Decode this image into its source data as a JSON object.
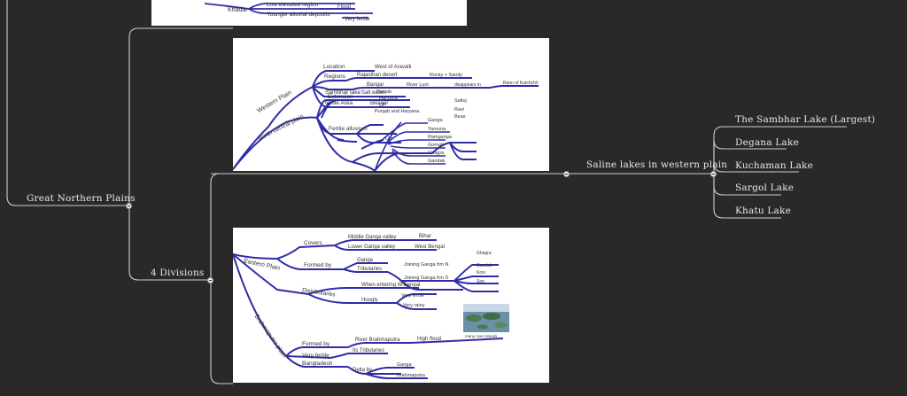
{
  "nodes": {
    "root": "Great Northern Plains",
    "divisions": "4 Divisions",
    "saline": "Saline lakes in western plain",
    "lakes": [
      "The Sambhar Lake (Largest)",
      "Degana Lake",
      "Kuchaman Lake",
      "Sargol Lake",
      "Khatu Lake"
    ]
  },
  "images": {
    "top": {
      "items": [
        "Khadar",
        "Low elevated region",
        "Flood",
        "Younger alluvial deposits",
        "Very fertile"
      ]
    },
    "middle": {
      "western_plain": "Western Plain",
      "location": "Location",
      "west_of_aravalli": "West of Aravalli",
      "regions": "Regions",
      "rajasthan_desert": "Rajasthan desert",
      "rocky_sandy": "Rocky + Sandy",
      "bangar": "Bangar",
      "river_luni": "River Luni",
      "disappears_in": "disappears in",
      "rann_of_kutch": "Rann of Kutchchh",
      "sambhar_lake": "Sambhar lake",
      "salt_water": "Salt water",
      "fertile_area": "fertile Area",
      "bikaner": "Bikaner",
      "north_central_plain": "North central plain",
      "extension": "Extension",
      "punjab": "Punjab",
      "haryana": "Haryana",
      "up": "UP",
      "fertile_alluvium": "Fertile alluvium",
      "punjab_and_haryana": "Punjab and Haryana",
      "satluj": "Satluj",
      "ravi": "Ravi",
      "beas": "Beas",
      "up2": "UP",
      "rivers_up": [
        "Ganga",
        "Yamuna",
        "Ramganga",
        "Gomati",
        "Ghagra",
        "Gandak"
      ]
    },
    "bottom": {
      "eastern_plain": "Eastern Plain",
      "covers": "Covers",
      "middle_ganga_valley": "Middle Ganga valley",
      "bihar": "Bihar",
      "lower_ganga_valley": "Lower Ganga valley",
      "west_bengal": "West Bengal",
      "formed_by": "Formed by",
      "ganga": "Ganga",
      "tributaries": "Tributaries",
      "joining_n": "Joining Ganga frm N",
      "rivers_n": [
        "Ghagra",
        "Gandak",
        "Kosi",
        "Son"
      ],
      "joining_s": "Joining Ganga frm S",
      "distributaries": "Distributaries",
      "when_entering": "When entering W.Bengal",
      "hoogly": "Hoogly",
      "very_fertile": "Very fertile",
      "very_rainy": "Very rainy",
      "brahmaputra_plain": "Brahmaputra plain",
      "formed_by2": "Formed by",
      "river_brahmaputra": "River Brahmaputra",
      "high_flood": "High flood",
      "many_islands": "many river islands",
      "very_fertile2": "Very fertile",
      "its_tributaries": "Its Tributaries",
      "bangladesh": "Bangladesh",
      "delta_by": "Delta by",
      "ganga2": "Ganga",
      "brahmaputra": "Brahmaputra"
    }
  },
  "colors": {
    "background": "#2a2828",
    "connector": "#cfcdcd",
    "branch": "#2f2ca8",
    "text": "#e8e6e6"
  }
}
